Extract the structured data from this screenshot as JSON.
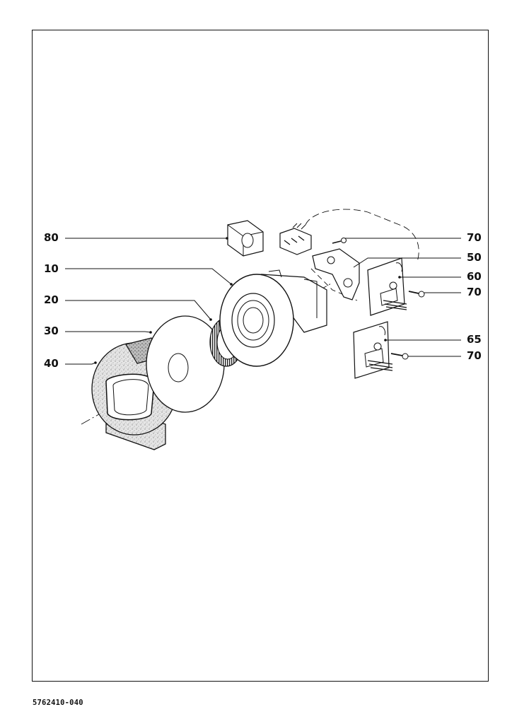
{
  "document_number": "5762410-040",
  "callouts": {
    "c80": "80",
    "c10": "10",
    "c20": "20",
    "c30": "30",
    "c40": "40",
    "c70a": "70",
    "c50": "50",
    "c60": "60",
    "c70b": "70",
    "c65": "65",
    "c70c": "70"
  },
  "colors": {
    "ink": "#111111",
    "stipple": "#bdbdbd",
    "paper": "#ffffff"
  }
}
